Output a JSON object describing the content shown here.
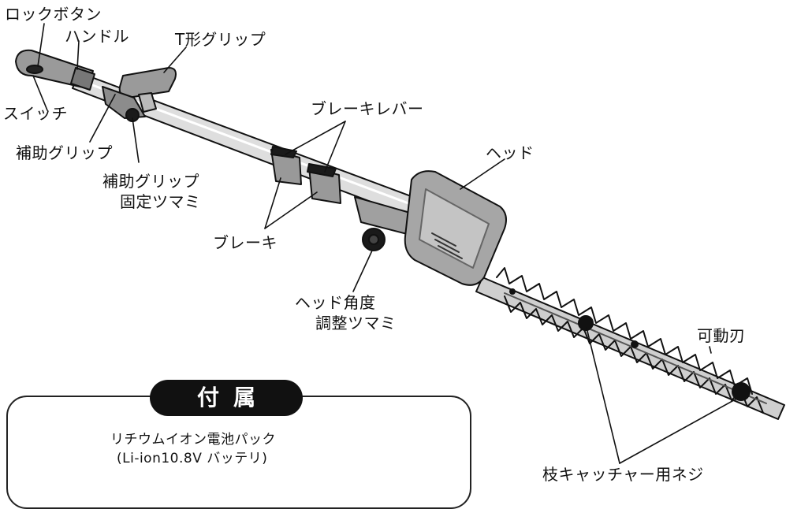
{
  "labels": {
    "lock_button": "ロックボタン",
    "handle": "ハンドル",
    "t_grip": "T形グリップ",
    "switch": "スイッチ",
    "aux_grip": "補助グリップ",
    "aux_grip_knob_1": "補助グリップ",
    "aux_grip_knob_2": "固定ツマミ",
    "brake_lever": "ブレーキレバー",
    "head": "ヘッド",
    "brake": "ブレーキ",
    "head_angle_1": "ヘッド角度",
    "head_angle_2": "調整ツマミ",
    "movable_blade": "可動刃",
    "branch_catcher": "枝キャッチャー用ネジ"
  },
  "accessories": {
    "title": "付属",
    "battery_1": "リチウムイオン電池パック",
    "battery_2": "(Li-ion10.8V バッテリ)"
  },
  "colors": {
    "line": "#111111",
    "pole": "#dcdcdc",
    "grip": "#8a8a8a",
    "head_body": "#9c9c9c",
    "dark": "#1a1a1a"
  }
}
